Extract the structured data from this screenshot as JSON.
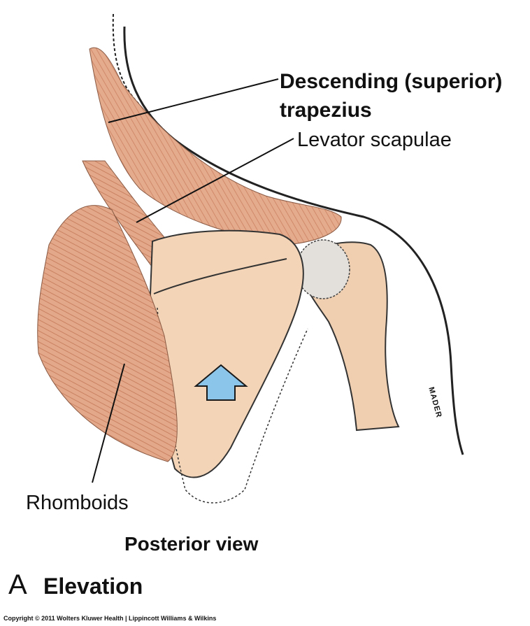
{
  "labels": {
    "trapezius_line1": "Descending (superior)",
    "trapezius_line2": "trapezius",
    "levator": "Levator scapulae",
    "rhomboids": "Rhomboids",
    "view": "Posterior view",
    "panel_letter": "A",
    "movement": "Elevation",
    "artist_signature": "MADER"
  },
  "copyright": "Copyright © 2011 Wolters Kluwer Health | Lippincott Williams & Wilkins",
  "colors": {
    "muscle": "#e2a889",
    "muscle_stripe": "#c97c5c",
    "bone": "#f3d2b3",
    "outline": "#2a2a2a",
    "arrow": "#8cc5ea"
  },
  "icons": {
    "movement_arrow": "up-arrow-icon"
  }
}
